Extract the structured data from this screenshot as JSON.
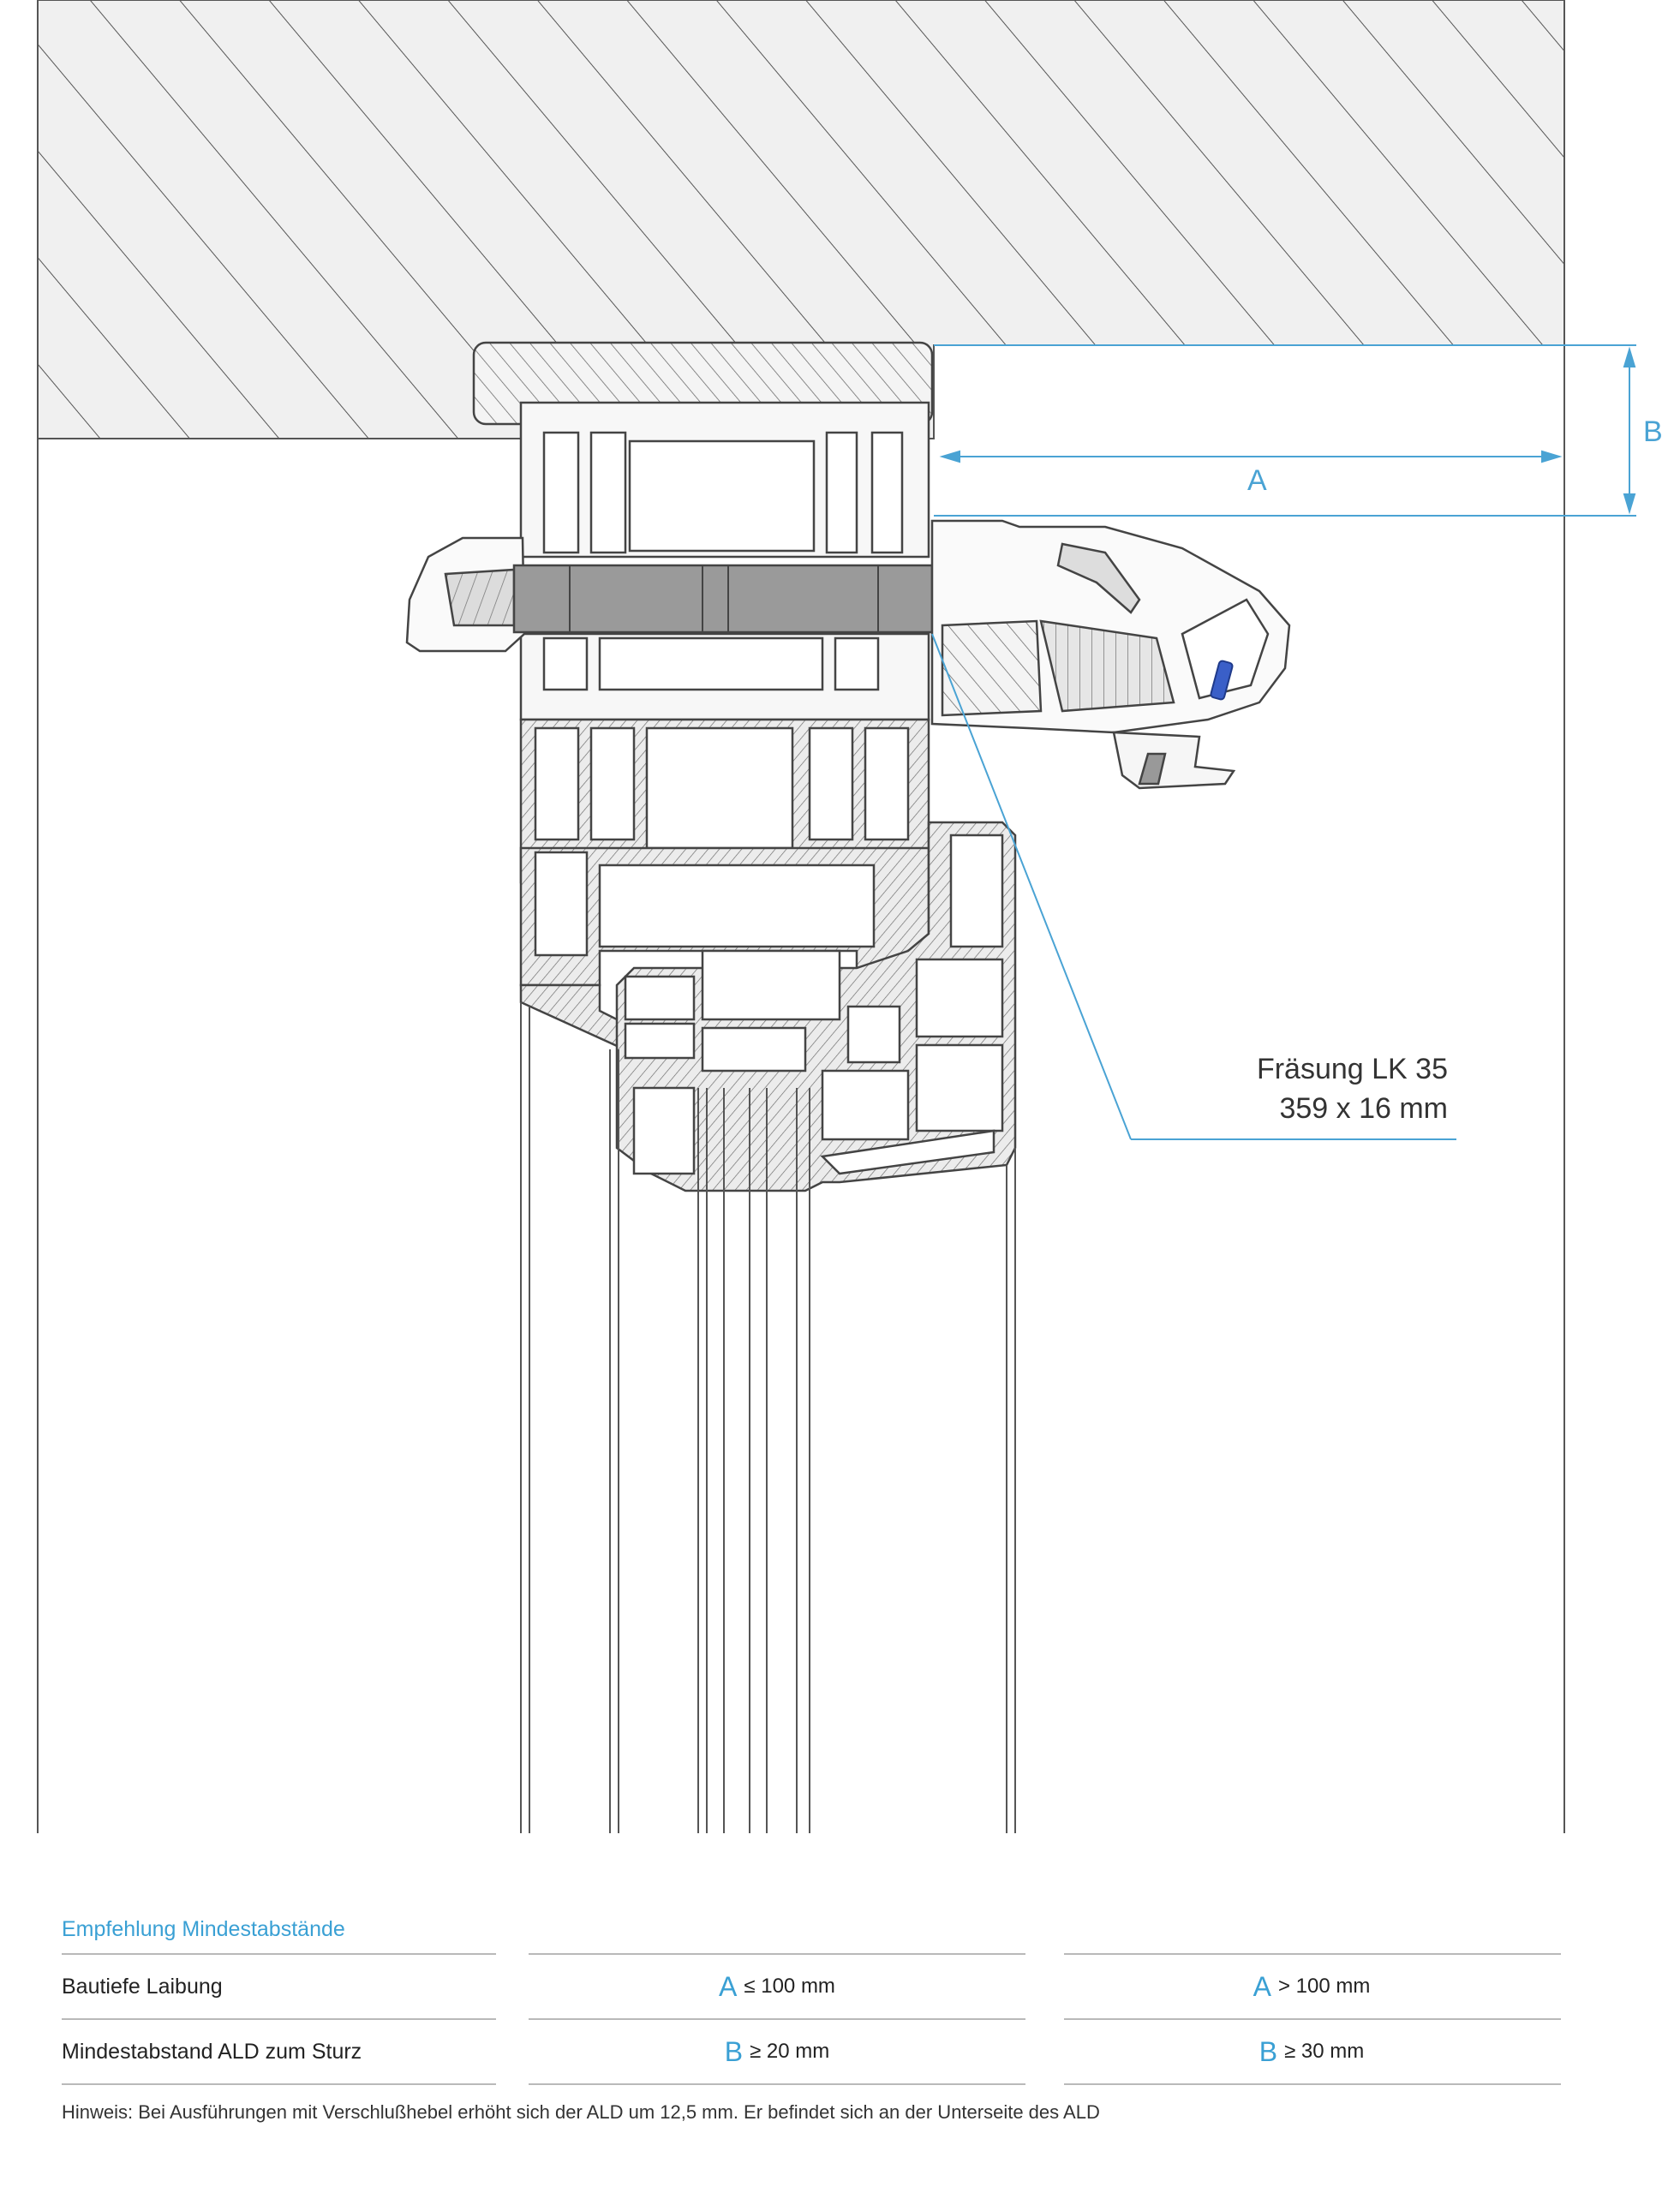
{
  "drawing": {
    "dimension_a_label": "A",
    "dimension_b_label": "B",
    "callout_line1": "Fräsung LK 35",
    "callout_line2": "359 x 16 mm",
    "accent_color": "#4aa3d4",
    "highlight_color": "#3a5fc8"
  },
  "table": {
    "title": "Empfehlung Mindestabstände",
    "rows": [
      {
        "label": "Bautiefe Laibung",
        "col1_letter": "A",
        "col1_value": "≤ 100 mm",
        "col2_letter": "A",
        "col2_value": "> 100 mm"
      },
      {
        "label": "Mindestabstand ALD zum Sturz",
        "col1_letter": "B",
        "col1_value": "≥ 20 mm",
        "col2_letter": "B",
        "col2_value": "≥ 30 mm"
      }
    ]
  },
  "note": "Hinweis: Bei Ausführungen mit Verschlußhebel erhöht sich der ALD um 12,5 mm. Er befindet sich an der Unterseite des ALD"
}
